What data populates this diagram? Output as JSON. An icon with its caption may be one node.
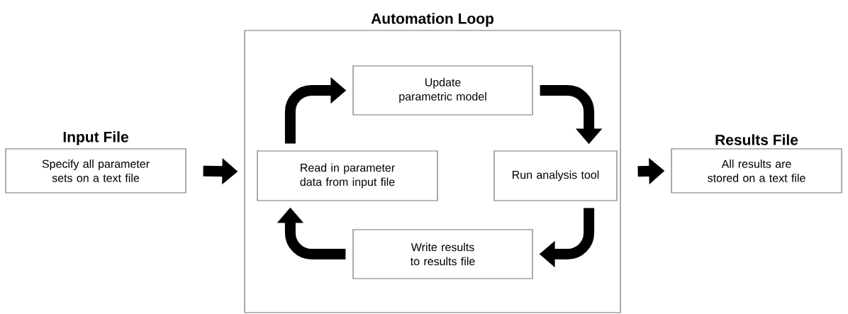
{
  "diagram": {
    "nodes": [
      {
        "text": [
          "Automation Loop"
        ]
      },
      {
        "text": [
          "Input File",
          "Specify all parameter sets on a text file"
        ]
      },
      {
        "text": [
          "Read in parameter data from input file"
        ],
        "in": 0
      },
      {
        "text": [
          "Update parametric model"
        ],
        "in": 0
      },
      {
        "text": [
          "Run analysis tool"
        ],
        "in": 0
      },
      {
        "text": [
          "Write results to results file"
        ],
        "in": 0
      },
      {
        "text": [
          "Results File",
          "All results are stored on a text file"
        ]
      }
    ],
    "edges": [
      {
        "from": 1,
        "to": 0,
        "arrow": "to"
      },
      {
        "from": 2,
        "to": 3,
        "arrow": "to"
      },
      {
        "from": 3,
        "to": 4,
        "arrow": "to"
      },
      {
        "from": 4,
        "to": 5,
        "arrow": "to"
      },
      {
        "from": 5,
        "to": 2,
        "arrow": "to"
      },
      {
        "from": 0,
        "to": 6,
        "arrow": "to"
      }
    ]
  }
}
